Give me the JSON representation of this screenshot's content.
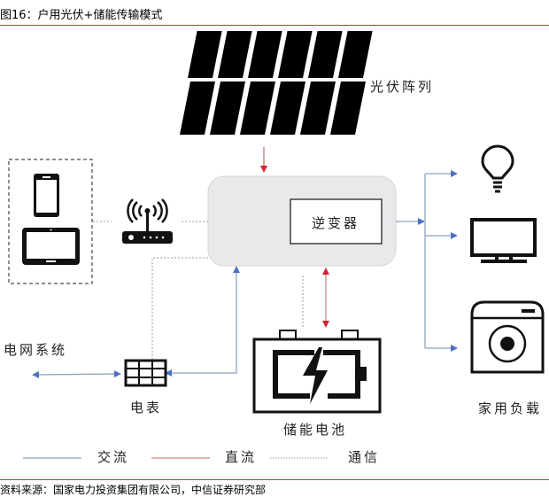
{
  "figure": {
    "title": "图16：户用光伏+储能传输模式",
    "source": "资料来源：国家电力投资集团有限公司，中信证券研究部"
  },
  "nodes": {
    "pv_array": {
      "label": "光伏阵列",
      "icon": "solar-panel-icon"
    },
    "inverter": {
      "label": "逆变器"
    },
    "grid": {
      "label": "电网系统"
    },
    "meter": {
      "label": "电表",
      "icon": "electric-meter-icon"
    },
    "battery": {
      "label": "储能电池",
      "icon": "battery-charging-icon"
    },
    "household_load": {
      "label": "家用负载",
      "icons": [
        "light-bulb-icon",
        "tv-monitor-icon",
        "washing-machine-icon"
      ]
    },
    "devices": {
      "icons": [
        "smartphone-icon",
        "tablet-icon"
      ]
    },
    "router": {
      "icon": "wifi-router-icon"
    }
  },
  "legend": [
    {
      "label": "交流",
      "style": "solid",
      "color": "#8fa3bd"
    },
    {
      "label": "直流",
      "style": "solid",
      "color": "#c98b8b"
    },
    {
      "label": "通信",
      "style": "dotted",
      "color": "#9a9a9a"
    }
  ],
  "colors": {
    "ac": "#4a72c4",
    "ac_line": "#8fa3bd",
    "dc": "#d9222a",
    "dc_line": "#c98b8b",
    "comm": "#9a9a9a",
    "inverter_box": "#e9e9e9",
    "accent_rule": "#c0392b"
  }
}
